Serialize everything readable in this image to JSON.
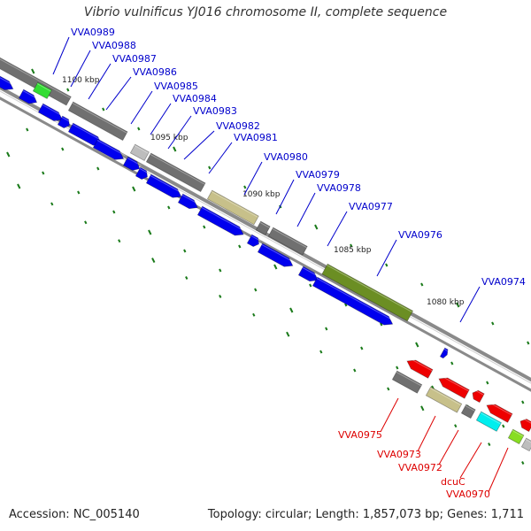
{
  "title": "Vibrio vulnificus YJ016 chromosome II, complete sequence",
  "footer": {
    "accession": "Accession: NC_005140",
    "summary": "Topology: circular; Length: 1,857,073 bp; Genes: 1,711"
  },
  "colors": {
    "forward_cds": "#0000ee",
    "reverse_cds": "#ee0000",
    "gray_feature": "#707070",
    "light_gray_feature": "#bdbdbd",
    "tan_feature": "#c7c08a",
    "olive_feature": "#6b8e23",
    "green_feature": "#33dd33",
    "cyan_feature": "#00eeee",
    "lime_feature": "#88dd22",
    "tick_color": "#1a7a1a",
    "forward_label": "#0000cc",
    "reverse_label": "#dd0000"
  },
  "scale_labels": [
    "1100 kbp",
    "1095 kbp",
    "1090 kbp",
    "1085 kbp",
    "1080 kbp"
  ],
  "forward_genes": [
    "VVA0989",
    "VVA0988",
    "VVA0987",
    "VVA0986",
    "VVA0985",
    "VVA0984",
    "VVA0983",
    "VVA0982",
    "VVA0981",
    "VVA0980",
    "VVA0979",
    "VVA0978",
    "VVA0977",
    "VVA0976",
    "VVA0974"
  ],
  "reverse_genes": [
    "VVA0975",
    "VVA0973",
    "VVA0972",
    "dcuC",
    "VVA0970"
  ]
}
